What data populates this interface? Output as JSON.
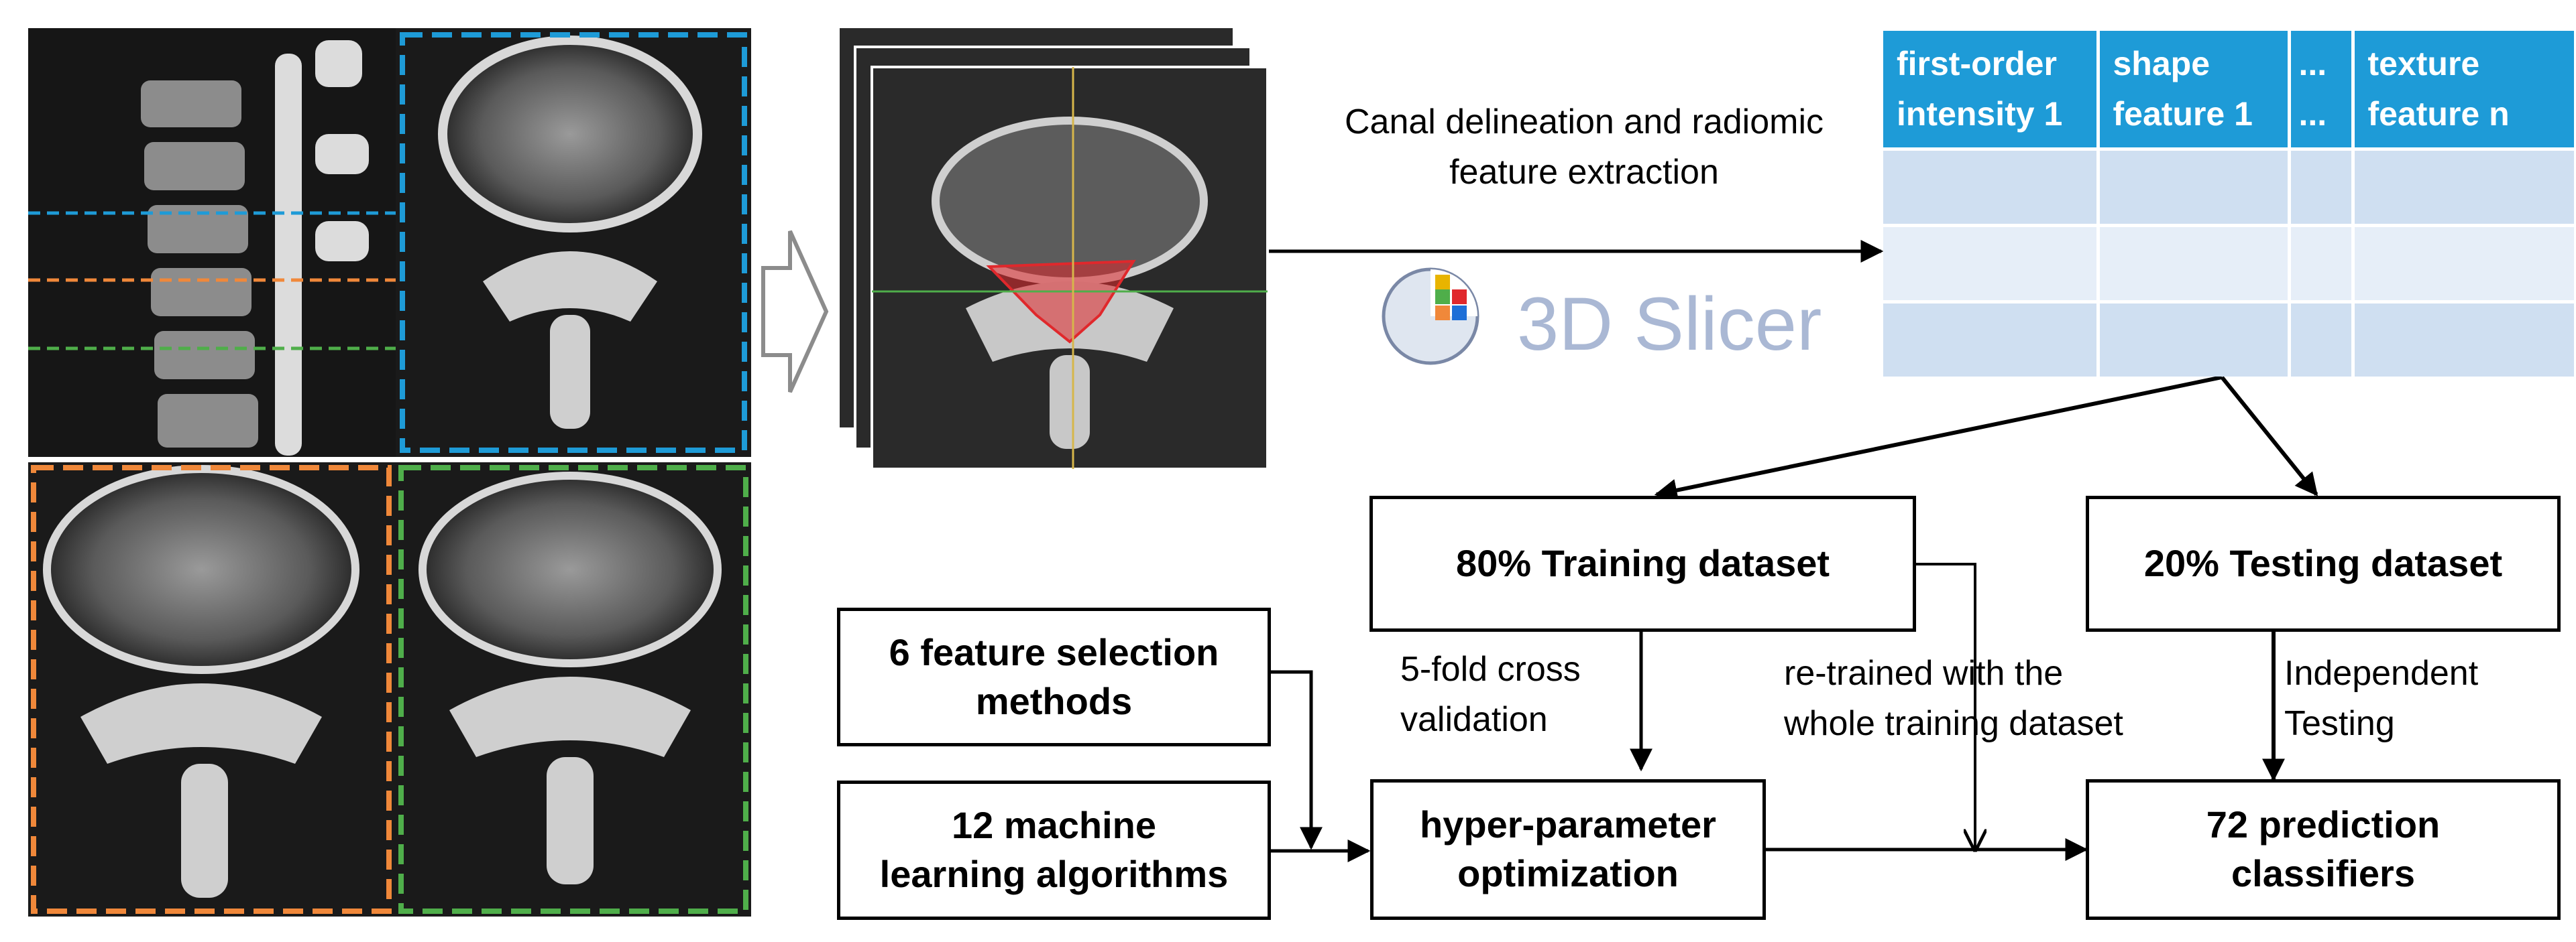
{
  "extraction_label": [
    "Canal delineation and radiomic",
    "feature extraction"
  ],
  "slicer_name": "3D Slicer",
  "table_headers": [
    [
      "first-order",
      "intensity 1"
    ],
    [
      "shape",
      "feature 1"
    ],
    [
      "...",
      "..."
    ],
    [
      "texture",
      "feature n"
    ]
  ],
  "table_body_rows": 3,
  "training_box": "80% Training dataset",
  "testing_box": "20% Testing dataset",
  "feature_selection_box": [
    "6 feature selection",
    "methods"
  ],
  "ml_algorithms_box": [
    "12 machine",
    "learning algorithms"
  ],
  "hyperparam_box": [
    "hyper-parameter",
    "optimization"
  ],
  "classifiers_box": [
    "72 prediction",
    "classifiers"
  ],
  "cv_label": [
    "5-fold cross",
    "validation"
  ],
  "retrain_label": [
    "re-trained with the",
    "whole training dataset"
  ],
  "independent_label": [
    "Independent",
    "Testing"
  ],
  "colors": {
    "blue_level": "#1e9bd7",
    "orange_level": "#f0883a",
    "green_level": "#4fae4a",
    "canal_segmentation": "#e0282c",
    "table_header": "#1e9bd7",
    "table_row_a": "#cfdff1",
    "table_row_b": "#e6eef8",
    "slicer_text": "#aab8d4"
  }
}
